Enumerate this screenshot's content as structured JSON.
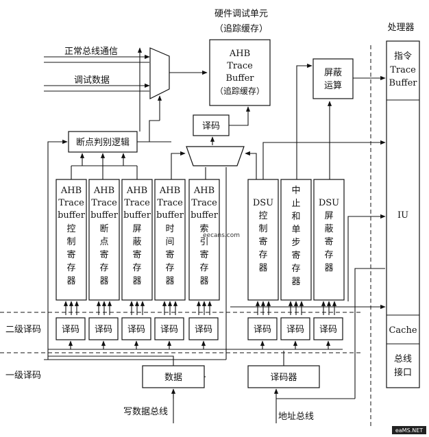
{
  "title_line1": "硬件调试单元",
  "title_line2": "（追踪缓存）",
  "processor_label": "处理器",
  "inputs": {
    "normal_bus": "正常总线通信",
    "debug_data": "调试数据"
  },
  "trace_buffer": {
    "line1": "AHB",
    "line2": "Trace",
    "line3": "Buffer",
    "line4": "（追踪缓存）"
  },
  "mask_op": {
    "line1": "屏蔽",
    "line2": "运算"
  },
  "decode_top": "译码",
  "breakpoint_logic": "断点判别逻辑",
  "registers": [
    {
      "lines": [
        "AHB",
        "Trace",
        "buffer",
        "控",
        "制",
        "寄",
        "存",
        "器"
      ]
    },
    {
      "lines": [
        "AHB",
        "Trace",
        "buffer",
        "断",
        "点",
        "寄",
        "存",
        "器"
      ]
    },
    {
      "lines": [
        "AHB",
        "Trace",
        "buffer",
        "屏",
        "蔽",
        "寄",
        "存",
        "器"
      ]
    },
    {
      "lines": [
        "AHB",
        "Trace",
        "buffer",
        "时",
        "间",
        "寄",
        "存",
        "器"
      ]
    },
    {
      "lines": [
        "AHB",
        "Trace",
        "buffer",
        "索",
        "引",
        "寄",
        "存",
        "器"
      ]
    },
    {
      "lines": [
        "DSU",
        "控",
        "制",
        "寄",
        "存",
        "器"
      ]
    },
    {
      "lines": [
        "中",
        "止",
        "和",
        "单",
        "步",
        "寄",
        "存",
        "器"
      ]
    },
    {
      "lines": [
        "DSU",
        "屏",
        "蔽",
        "寄",
        "存",
        "器"
      ]
    }
  ],
  "decoders": [
    "译码",
    "译码",
    "译码",
    "译码",
    "译码",
    "译码",
    "译码",
    "译码"
  ],
  "level2_decode": "二级译码",
  "level1_decode": "一级译码",
  "data_box": "数据",
  "decoder_box": "译码器",
  "write_bus": "写数据总线",
  "addr_bus": "地址总线",
  "processor": {
    "instr": [
      "指令",
      "Trace",
      "Buffer"
    ],
    "iu": "IU",
    "cache": "Cache",
    "bus_if": [
      "总线",
      "接口"
    ]
  },
  "watermark": "eecans.com",
  "corner_mark": "eaMS.NET"
}
